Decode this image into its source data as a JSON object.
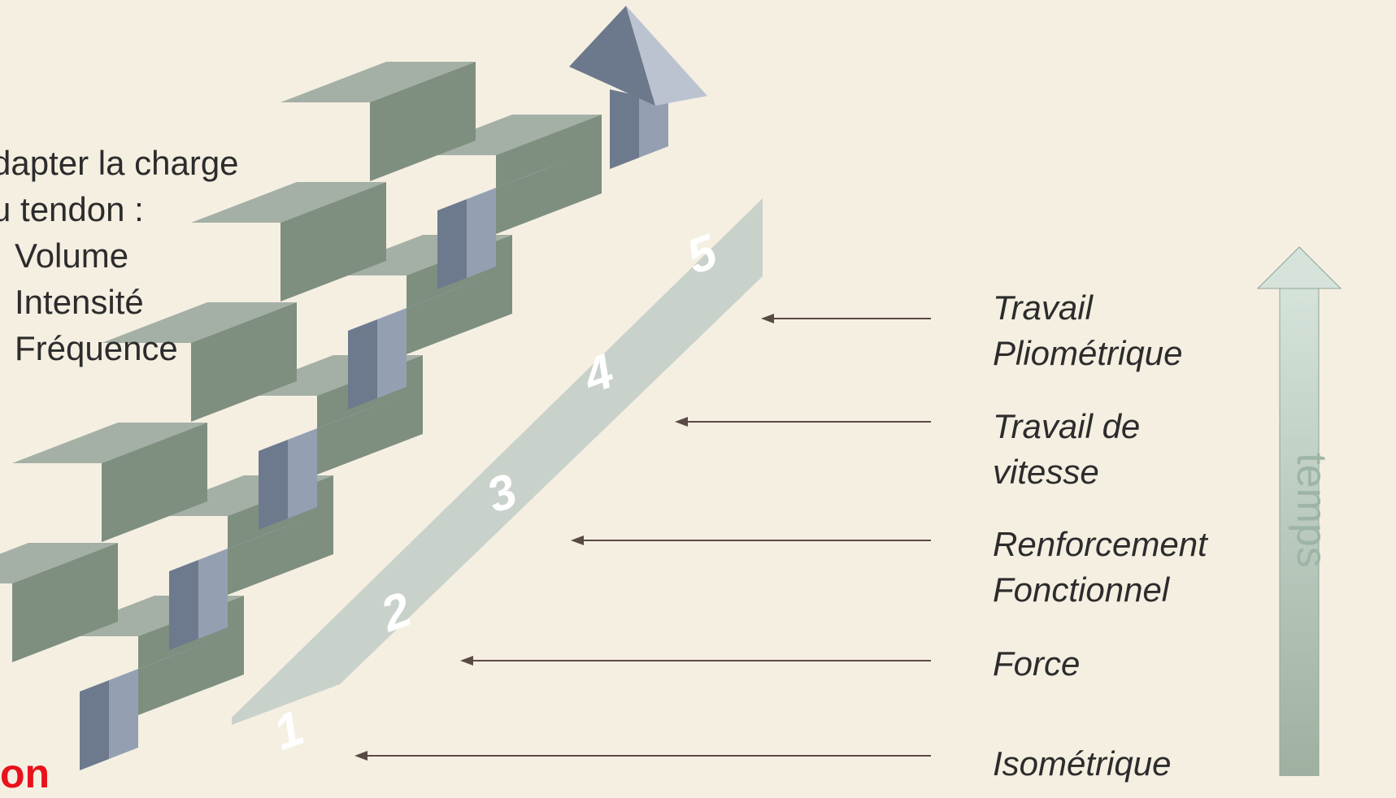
{
  "intro": {
    "line1": "dapter la charge",
    "line2": "u tendon :",
    "items": [
      "Volume",
      "Intensité",
      "Fréquence"
    ]
  },
  "footer_word": "on",
  "steps": [
    "1",
    "2",
    "3",
    "4",
    "5"
  ],
  "stage_labels": [
    [
      "Travail",
      "Pliométrique"
    ],
    [
      "Travail de",
      "vitesse"
    ],
    [
      "Renforcement",
      "Fonctionnel"
    ],
    [
      "Force"
    ],
    [
      "Isométrique"
    ]
  ],
  "axis_label": "temps",
  "colors": {
    "background": "#f5efe2",
    "step_top": "#a4b0a5",
    "step_front": "#7e8f80",
    "step_side": "#c9d1cb",
    "path_light": "#c2c8d3",
    "path_mid": "#94a0b2",
    "path_dark": "#6d7a8d",
    "footer_word": "#e8121a",
    "temps_text": "#9db5a6"
  }
}
